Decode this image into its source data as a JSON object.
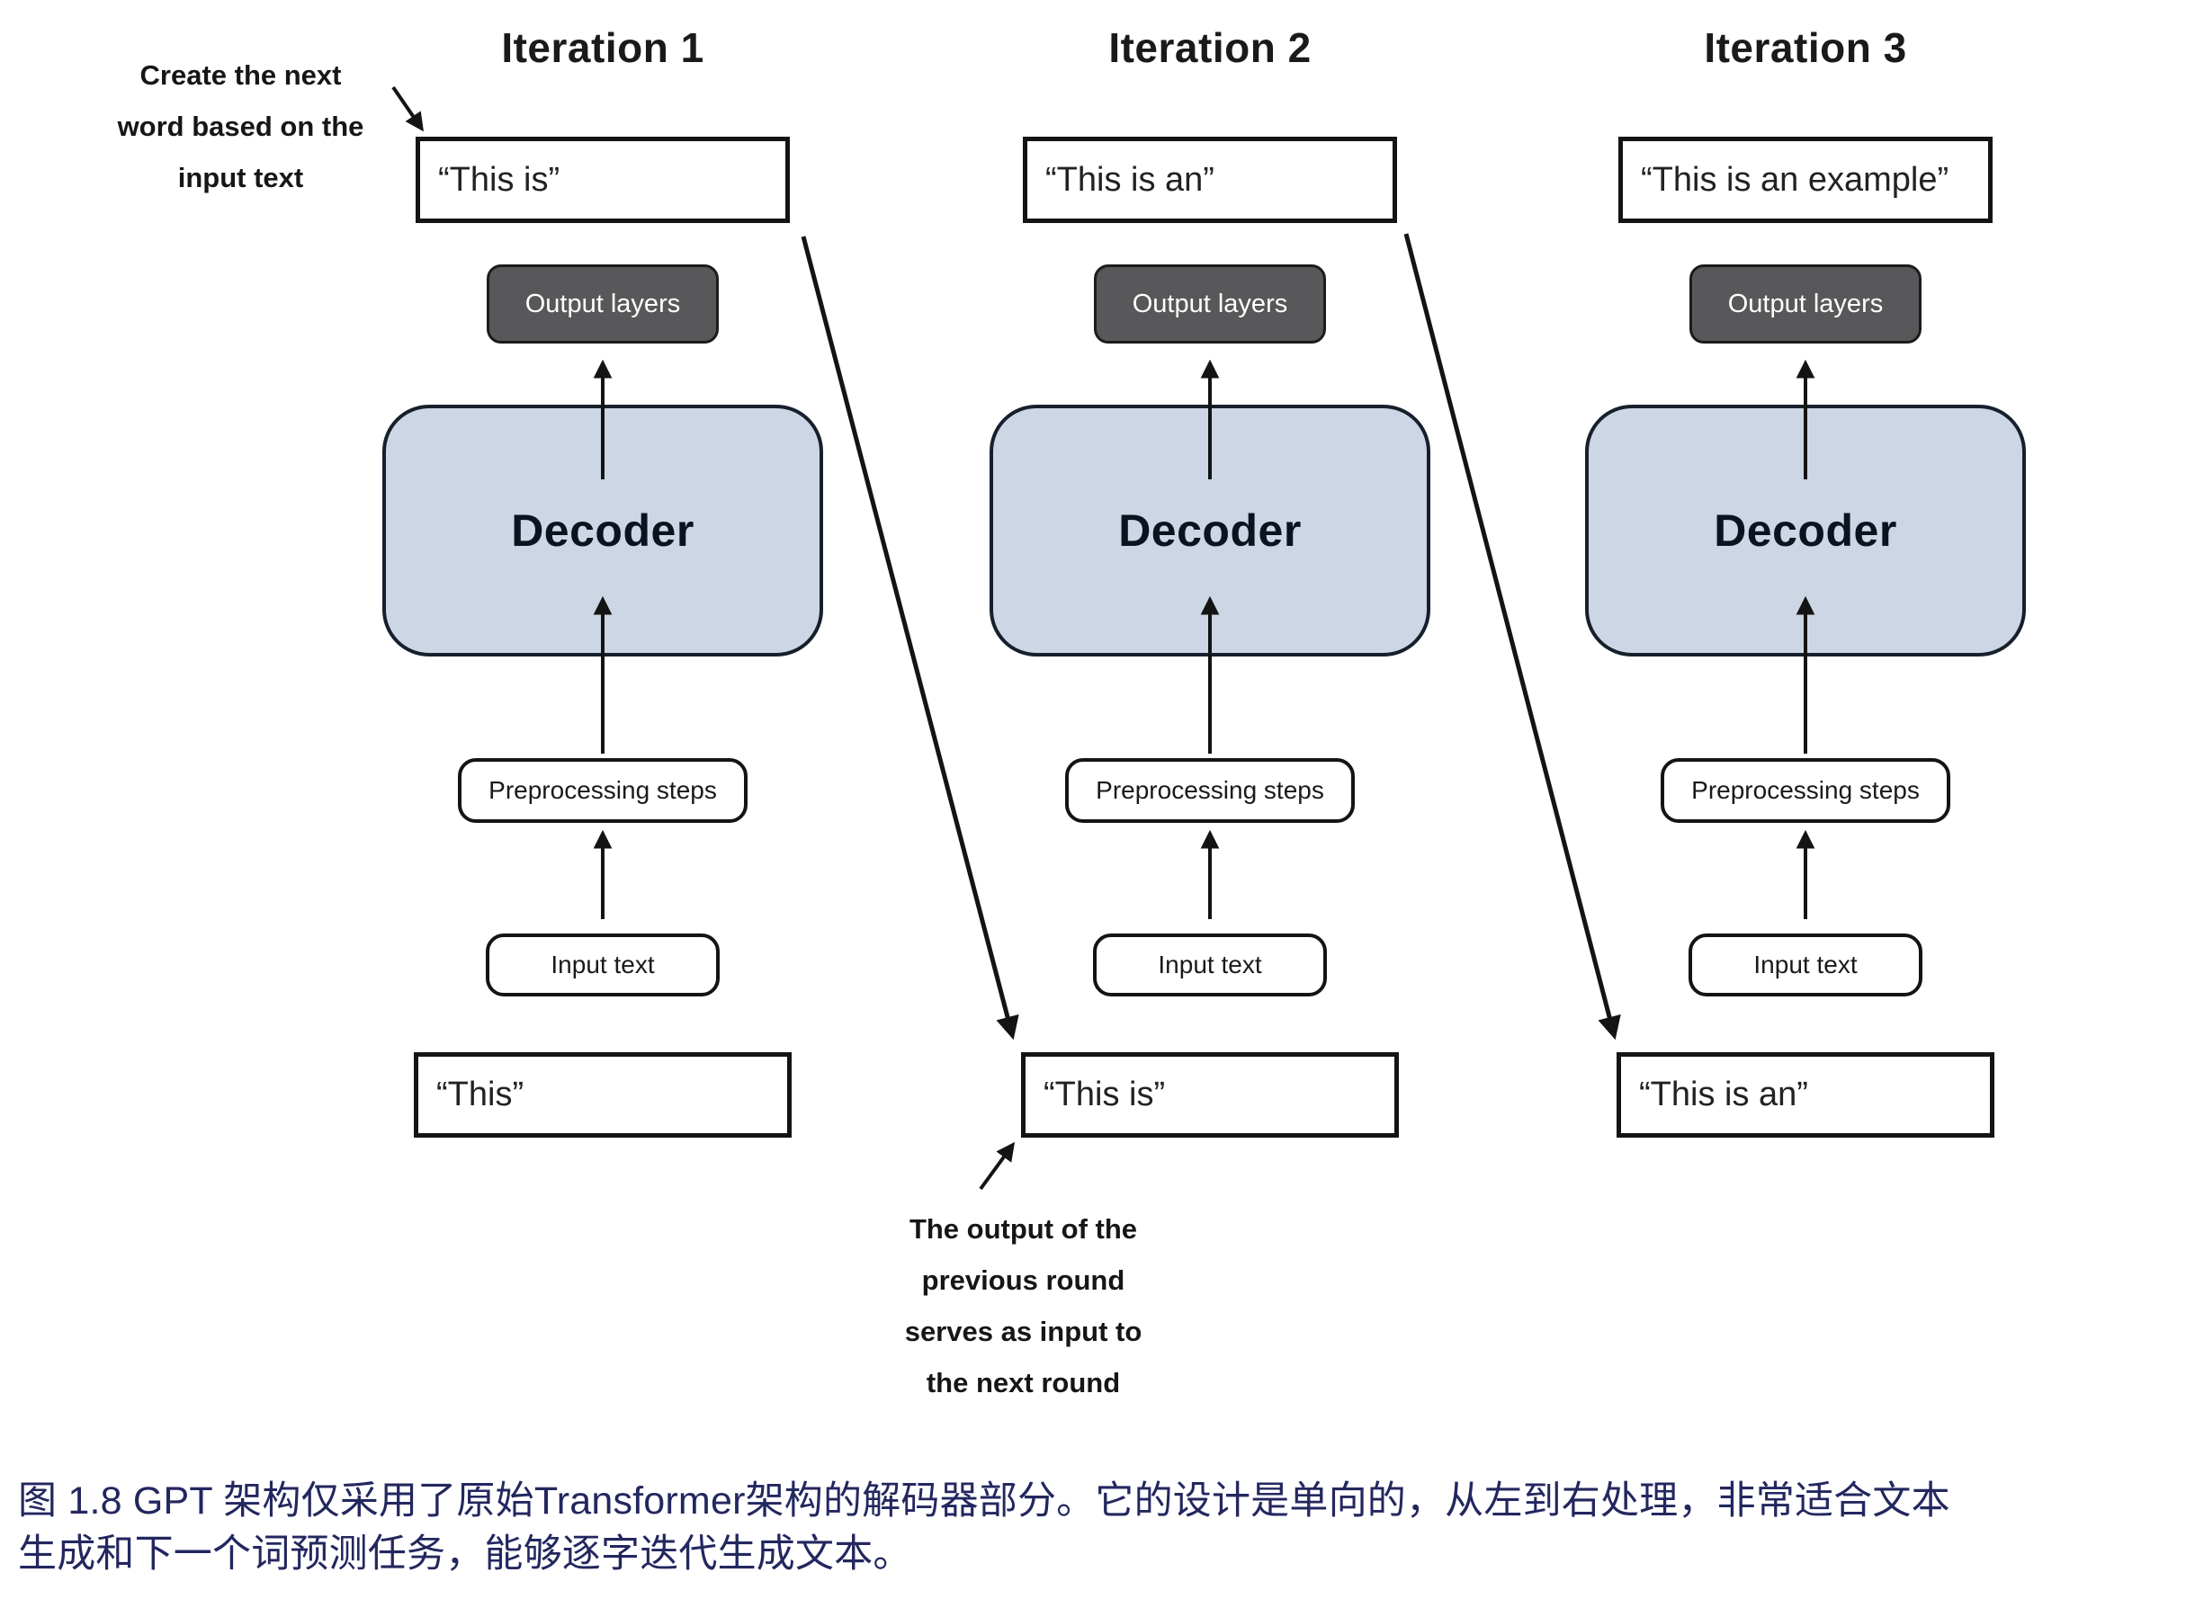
{
  "figure": {
    "type": "flow-diagram",
    "subject": "GPT iterative next-word generation using only the Transformer decoder"
  },
  "colors": {
    "decoder_fill": "#ccd6e4",
    "output_layers_fill": "#58585a",
    "caption_color": "#23275f",
    "line_color": "#141414"
  },
  "annotations": {
    "create_next": {
      "lines": [
        "Create the next",
        "word based on the",
        "input text"
      ]
    },
    "output_feedback": {
      "lines": [
        "The output of the",
        "previous round",
        "serves as input to",
        "the next round"
      ]
    }
  },
  "iterations": [
    {
      "title": "Iteration 1",
      "generated_output": "“This is”",
      "output_layers_label": "Output layers",
      "decoder_label": "Decoder",
      "preprocessing_label": "Preprocessing steps",
      "input_box_label": "Input text",
      "input_text": "“This”"
    },
    {
      "title": "Iteration 2",
      "generated_output": "“This is an”",
      "output_layers_label": "Output layers",
      "decoder_label": "Decoder",
      "preprocessing_label": "Preprocessing steps",
      "input_box_label": "Input text",
      "input_text": "“This is”"
    },
    {
      "title": "Iteration 3",
      "generated_output": "“This is an example”",
      "output_layers_label": "Output layers",
      "decoder_label": "Decoder",
      "preprocessing_label": "Preprocessing steps",
      "input_box_label": "Input text",
      "input_text": "“This is an”"
    }
  ],
  "caption": {
    "lines": [
      "图 1.8  GPT 架构仅采用了原始Transformer架构的解码器部分。它的设计是单向的，从左到右处理，非常适合文本",
      "生成和下一个词预测任务，能够逐字迭代生成文本。"
    ]
  }
}
